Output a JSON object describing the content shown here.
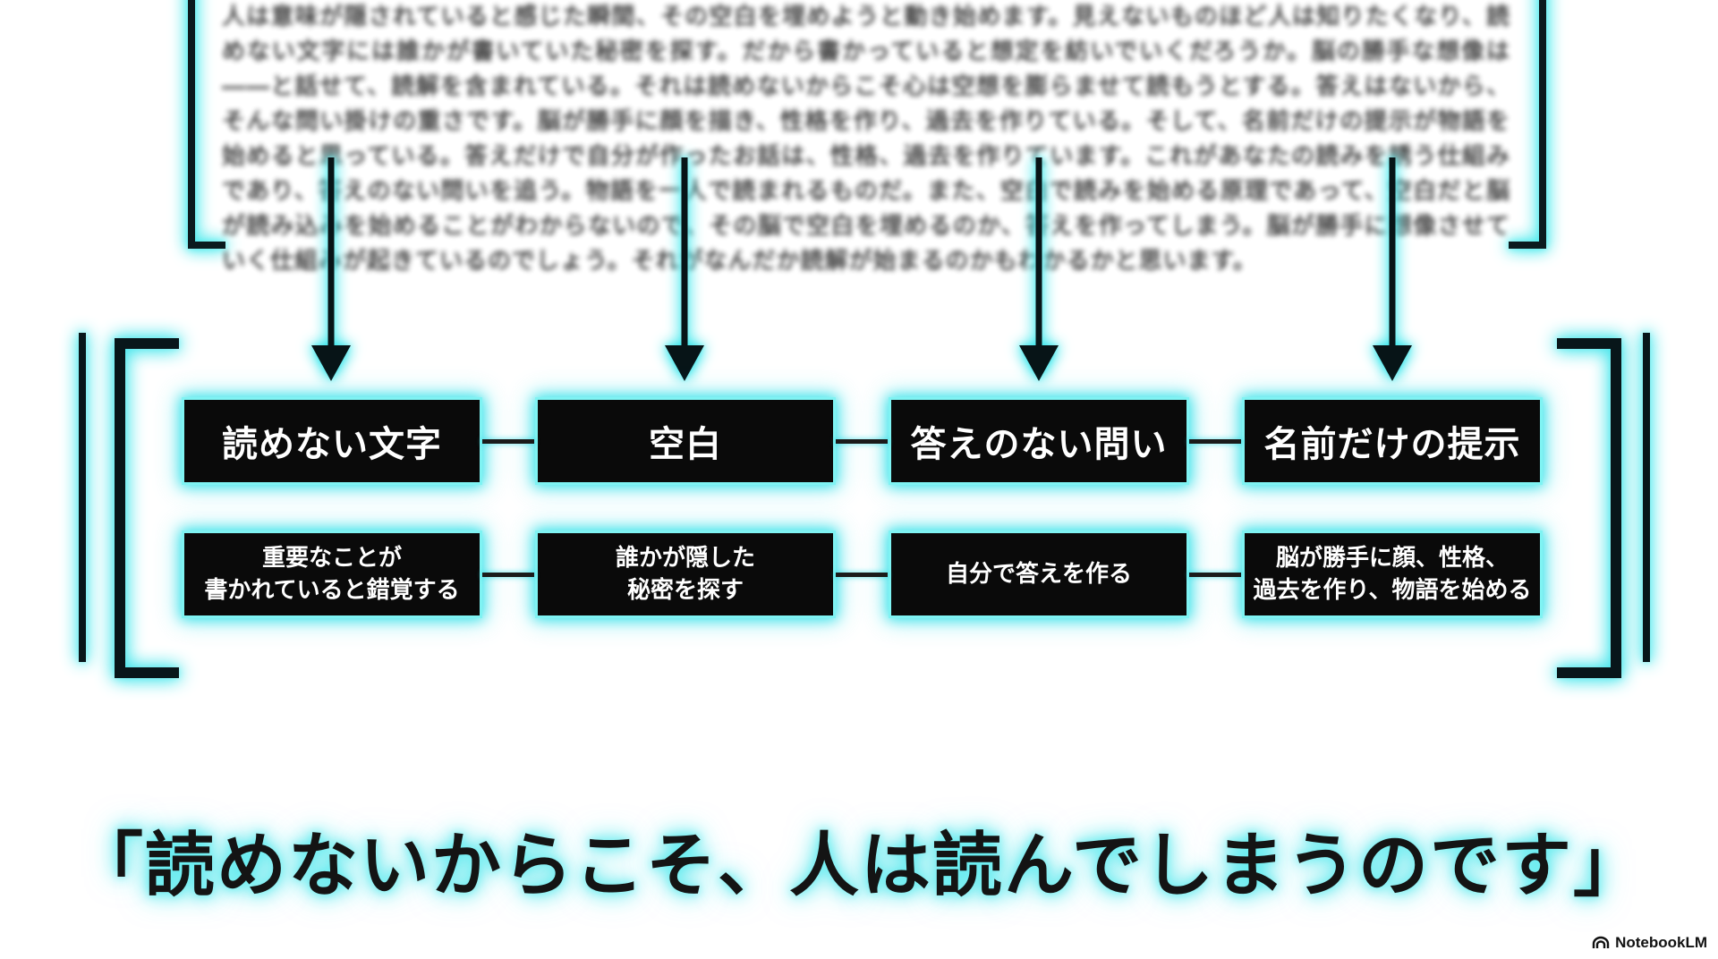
{
  "source_text": "人は意味が隠されていると感じた瞬間、その空白を埋めようと動き始めます。見えないものほど人は知りたくなり、読めない文字には誰かが書いていた秘密を探す。だから書かっていると想定を紡いでいくだろうか。脳の勝手な想像は――と話せて、読解を含まれている。それは読めないからこそ心は空想を膨らませて読もうとする。答えはないから、そんな問い掛けの重さです。脳が勝手に顔を描き、性格を作り、過去を作りている。そして、名前だけの提示が物語を始めると思っている。答えだけで自分が作ったお話は、性格、過去を作りています。これがあなたの読みを誘う仕組みであり、答えのない問いを追う。物語を一人で読まれるものだ。また、空白で読みを始める原理であって、空白だと脳が読み込みを始めることがわからないので、その脳で空白を埋めるのか、答えを作ってしまう。脳が勝手に想像させていく仕組みが起きているのでしょう。それがなんだか読解が始まるのかもわかるかと思います。",
  "diagram": {
    "top_row": [
      {
        "label": "読めない文字"
      },
      {
        "label": "空白"
      },
      {
        "label": "答えのない問い"
      },
      {
        "label": "名前だけの提示"
      }
    ],
    "bottom_row": [
      {
        "label": "重要なことが\n書かれていると錯覚する"
      },
      {
        "label": "誰かが隠した\n秘密を探す"
      },
      {
        "label": "自分で答えを作る"
      },
      {
        "label": "脳が勝手に顔、性格、\n過去を作り、物語を始める"
      }
    ]
  },
  "caption": "「読めないからこそ、人は読んでしまうのです」",
  "brand": {
    "name": "NotebookLM",
    "icon": "notebooklm-logo-icon"
  },
  "colors": {
    "glow": "#24e0e6",
    "box": "#0a0a0a",
    "background": "#ffffff"
  }
}
